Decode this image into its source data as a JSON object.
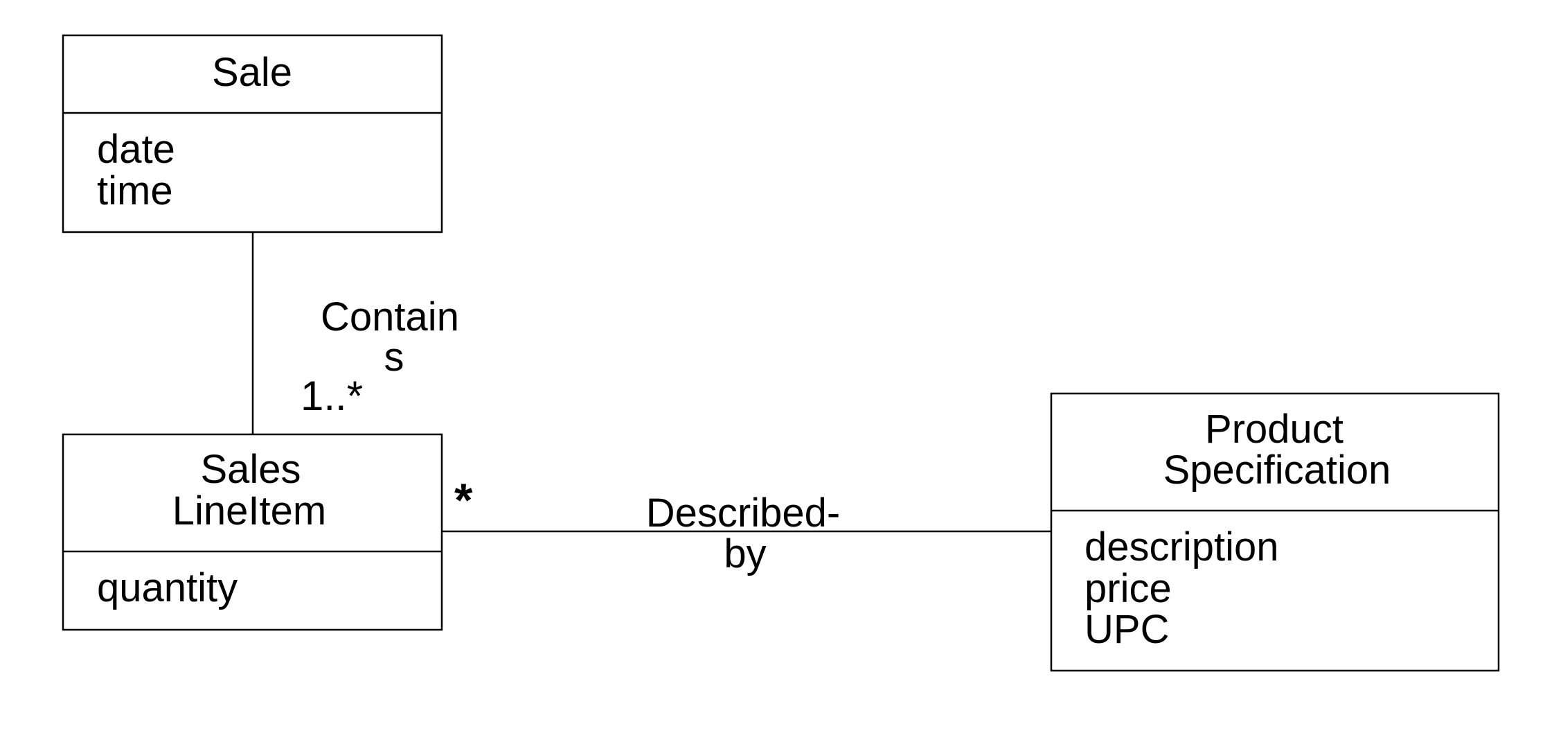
{
  "classes": {
    "sale": {
      "name": "Sale",
      "attributes": [
        "date",
        "time"
      ]
    },
    "sales_line_item": {
      "name_lines": [
        "Sales",
        "LineItem"
      ],
      "attributes": [
        "quantity"
      ]
    },
    "product_specification": {
      "name_lines": [
        "Product",
        "Specification"
      ],
      "attributes": [
        "description",
        "price",
        "UPC"
      ]
    }
  },
  "associations": {
    "contains": {
      "label_lines": [
        "Contain",
        "s"
      ],
      "multiplicity": "1..*"
    },
    "described_by": {
      "label_lines": [
        "Described-",
        "by"
      ],
      "multiplicity": "*"
    }
  }
}
